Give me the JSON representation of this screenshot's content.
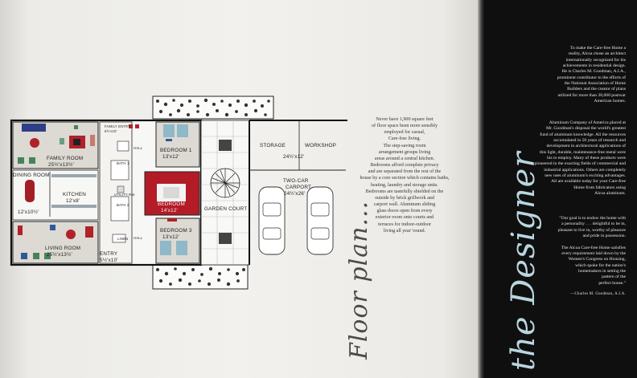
{
  "plan_labels": {
    "family_room": "FAMILY ROOM",
    "family_room_size": "25½'x13½'",
    "dining_room": "DINING ROOM",
    "kitchen": "KITCHEN",
    "kitchen_size": "12'x8'",
    "dining_size": "12'x10½'",
    "living_room": "LIVING ROOM",
    "living_room_size": "25½'x13½'",
    "entry": "ENTRY",
    "entry_size": "5½'x10'",
    "family_entry": "FAMILY ENTRY",
    "family_entry_size": "5½'x10'",
    "hall": "HALL",
    "bath_1": "BATH 1",
    "bath_2": "BATH 2",
    "utility_rm": "UTILITY RM.",
    "linen": "LINEN",
    "bedroom_1": "BEDROOM 1",
    "bedroom_1_size": "13'x12'",
    "bedroom_2": "BEDROOM",
    "bedroom_2_size": "14'x12'",
    "bedroom_3": "BEDROOM 3",
    "bedroom_3_size": "13'x12'",
    "garden_court": "GARDEN COURT",
    "storage": "STORAGE",
    "workshop": "WORKSHOP",
    "storage_size": "24½'x12'",
    "carport": "TWO-CAR",
    "carport_line2": "CARPORT",
    "carport_size": "24½'x26'"
  },
  "floor_plan_title": "Floor plan...",
  "designer_title": "the Designer",
  "plan_copy": [
    "Never have 1,900 square feet",
    "of floor space been more sensibly",
    "employed for casual,",
    "Care-free living.",
    "The step-saving room",
    "arrangement groups living",
    "areas around a central kitchen.",
    "Bedrooms afford complete privacy",
    "and are separated from the rest of the",
    "house by a core section which contains baths,",
    "heating, laundry and storage units.",
    "Bedrooms are tastefully shielded on the",
    "outside by brick grillwork and",
    "carport wall. Aluminum sliding",
    "glass doors open from every",
    "exterior room onto courts and",
    "terraces for indoor-outdoor",
    "living all year 'round."
  ],
  "designer_copy": {
    "para1": [
      "To make the Care-free Home a",
      "reality, Alcoa chose an architect",
      "internationally recognized for his",
      "achievements in residential design.",
      "He is Charles M. Goodman, A.I.A.,",
      "prominent contributor to the efforts of",
      "the National Association of Home",
      "Builders and the creator of plans",
      "utilized for more than 38,000 postwar",
      "American homes."
    ],
    "para2": [
      "Aluminum Company of America placed at",
      "Mr. Goodman's disposal the world's greatest",
      "fund of aluminum knowledge. All the resources",
      "accumulated in 50 years of research and",
      "development in architectural applications of",
      "this light, durable, maintenance-free metal were",
      "his to employ. Many of these products were",
      "pioneered in the exacting fields of commercial and",
      "industrial applications. Others are completely",
      "new uses of aluminum's exciting advantages.",
      "All are available today for your Care-free",
      "Home from fabricators using",
      "Alcoa aluminum."
    ],
    "quote": [
      "\"Our goal is to endow the home with",
      "a personality . . . delightful to be in,",
      "pleasant to live in, worthy of pleasure",
      "and pride in possession.",
      "",
      "The Alcoa Care-free Home satisfies",
      "every requirement laid down by the",
      "Women's Congress on Housing,",
      "which spoke for the nation's",
      "homemakers in setting the",
      "pattern of the",
      "perfect house.\""
    ],
    "signature": "—Charles M. Goodman, A.I.A."
  }
}
